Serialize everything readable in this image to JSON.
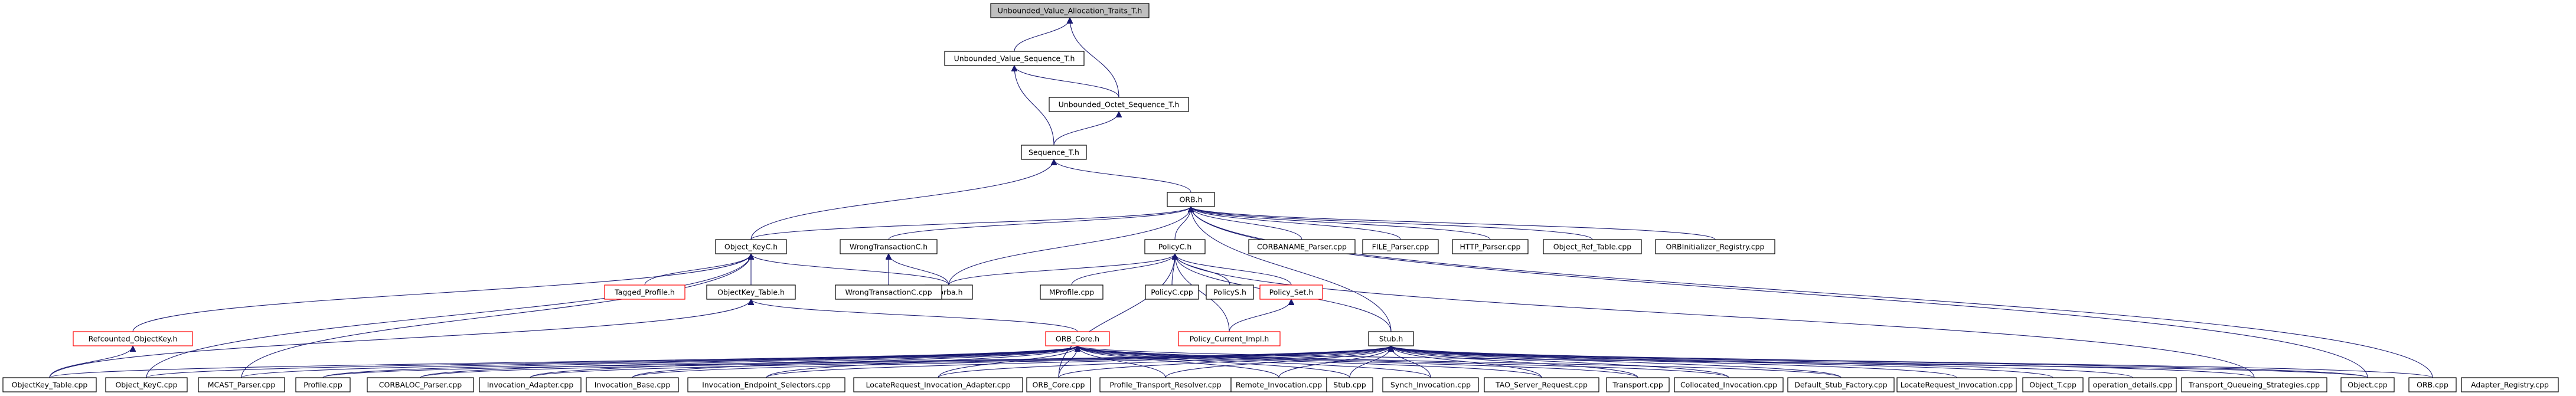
{
  "graph": {
    "nodes": [
      {
        "id": "traits",
        "label": "Unbounded_Value_Allocation_Traits_T.h",
        "root": true,
        "red": false
      },
      {
        "id": "uvseq",
        "label": "Unbounded_Value_Sequence_T.h",
        "root": false,
        "red": false
      },
      {
        "id": "uoseq",
        "label": "Unbounded_Octet_Sequence_T.h",
        "root": false,
        "red": false
      },
      {
        "id": "seqT",
        "label": "Sequence_T.h",
        "root": false,
        "red": false
      },
      {
        "id": "orbh",
        "label": "ORB.h",
        "root": false,
        "red": false
      },
      {
        "id": "objkeyc_h",
        "label": "Object_KeyC.h",
        "root": false,
        "red": false
      },
      {
        "id": "wrongtc_h",
        "label": "WrongTransactionC.h",
        "root": false,
        "red": false
      },
      {
        "id": "policyc_h",
        "label": "PolicyC.h",
        "root": false,
        "red": false
      },
      {
        "id": "corbaname",
        "label": "CORBANAME_Parser.cpp",
        "root": false,
        "red": false
      },
      {
        "id": "fileparser",
        "label": "FILE_Parser.cpp",
        "root": false,
        "red": false
      },
      {
        "id": "httpparser",
        "label": "HTTP_Parser.cpp",
        "root": false,
        "red": false
      },
      {
        "id": "objreftable",
        "label": "Object_Ref_Table.cpp",
        "root": false,
        "red": false
      },
      {
        "id": "orbinitreg",
        "label": "ORBInitializer_Registry.cpp",
        "root": false,
        "red": false
      },
      {
        "id": "taggedprofile",
        "label": "Tagged_Profile.h",
        "root": false,
        "red": true
      },
      {
        "id": "objkeytable_h",
        "label": "ObjectKey_Table.h",
        "root": false,
        "red": false
      },
      {
        "id": "corbah",
        "label": "corba.h",
        "root": false,
        "red": false
      },
      {
        "id": "wrongtc_cpp",
        "label": "WrongTransactionC.cpp",
        "root": false,
        "red": false
      },
      {
        "id": "mprofile",
        "label": "MProfile.cpp",
        "root": false,
        "red": false
      },
      {
        "id": "policyc_cpp",
        "label": "PolicyC.cpp",
        "root": false,
        "red": false
      },
      {
        "id": "policys_h",
        "label": "PolicyS.h",
        "root": false,
        "red": false
      },
      {
        "id": "policyset",
        "label": "Policy_Set.h",
        "root": false,
        "red": true
      },
      {
        "id": "refcounted",
        "label": "Refcounted_ObjectKey.h",
        "root": false,
        "red": true
      },
      {
        "id": "policycurrent",
        "label": "Policy_Current_Impl.h",
        "root": false,
        "red": true
      },
      {
        "id": "orbcore_h",
        "label": "ORB_Core.h",
        "root": false,
        "red": true
      },
      {
        "id": "stub_h",
        "label": "Stub.h",
        "root": false,
        "red": false
      },
      {
        "id": "l_objkeytable",
        "label": "ObjectKey_Table.cpp",
        "root": false,
        "red": false
      },
      {
        "id": "l_objkeyc",
        "label": "Object_KeyC.cpp",
        "root": false,
        "red": false
      },
      {
        "id": "l_mcast",
        "label": "MCAST_Parser.cpp",
        "root": false,
        "red": false
      },
      {
        "id": "l_profile",
        "label": "Profile.cpp",
        "root": false,
        "red": false
      },
      {
        "id": "l_corbaloc",
        "label": "CORBALOC_Parser.cpp",
        "root": false,
        "red": false
      },
      {
        "id": "l_invadapter",
        "label": "Invocation_Adapter.cpp",
        "root": false,
        "red": false
      },
      {
        "id": "l_invbase",
        "label": "Invocation_Base.cpp",
        "root": false,
        "red": false
      },
      {
        "id": "l_invendpoint",
        "label": "Invocation_Endpoint_Selectors.cpp",
        "root": false,
        "red": false
      },
      {
        "id": "l_locreqadapter",
        "label": "LocateRequest_Invocation_Adapter.cpp",
        "root": false,
        "red": false
      },
      {
        "id": "l_orbcore",
        "label": "ORB_Core.cpp",
        "root": false,
        "red": false
      },
      {
        "id": "l_proftrans",
        "label": "Profile_Transport_Resolver.cpp",
        "root": false,
        "red": false
      },
      {
        "id": "l_remoteinv",
        "label": "Remote_Invocation.cpp",
        "root": false,
        "red": false
      },
      {
        "id": "l_stub",
        "label": "Stub.cpp",
        "root": false,
        "red": false
      },
      {
        "id": "l_synchinv",
        "label": "Synch_Invocation.cpp",
        "root": false,
        "red": false
      },
      {
        "id": "l_taoserver",
        "label": "TAO_Server_Request.cpp",
        "root": false,
        "red": false
      },
      {
        "id": "l_transport",
        "label": "Transport.cpp",
        "root": false,
        "red": false
      },
      {
        "id": "l_collocated",
        "label": "Collocated_Invocation.cpp",
        "root": false,
        "red": false
      },
      {
        "id": "l_defstub",
        "label": "Default_Stub_Factory.cpp",
        "root": false,
        "red": false
      },
      {
        "id": "l_locreqinv",
        "label": "LocateRequest_Invocation.cpp",
        "root": false,
        "red": false
      },
      {
        "id": "l_objectT",
        "label": "Object_T.cpp",
        "root": false,
        "red": false
      },
      {
        "id": "l_opdetails",
        "label": "operation_details.cpp",
        "root": false,
        "red": false
      },
      {
        "id": "l_transqueue",
        "label": "Transport_Queueing_Strategies.cpp",
        "root": false,
        "red": false
      },
      {
        "id": "l_object",
        "label": "Object.cpp",
        "root": false,
        "red": false
      },
      {
        "id": "l_orb",
        "label": "ORB.cpp",
        "root": false,
        "red": false
      },
      {
        "id": "l_adapterreg",
        "label": "Adapter_Registry.cpp",
        "root": false,
        "red": false
      }
    ],
    "edges": [
      [
        "uvseq",
        "traits"
      ],
      [
        "uoseq",
        "traits"
      ],
      [
        "seqT",
        "uvseq"
      ],
      [
        "uoseq",
        "uvseq"
      ],
      [
        "seqT",
        "uoseq"
      ],
      [
        "orbh",
        "seqT"
      ],
      [
        "objkeyc_h",
        "seqT"
      ],
      [
        "objkeyc_h",
        "orbh"
      ],
      [
        "wrongtc_h",
        "orbh"
      ],
      [
        "policyc_h",
        "orbh"
      ],
      [
        "corbaname",
        "orbh"
      ],
      [
        "fileparser",
        "orbh"
      ],
      [
        "httpparser",
        "orbh"
      ],
      [
        "objreftable",
        "orbh"
      ],
      [
        "orbinitreg",
        "orbh"
      ],
      [
        "corbah",
        "orbh"
      ],
      [
        "stub_h",
        "orbh"
      ],
      [
        "l_orb",
        "orbh"
      ],
      [
        "l_object",
        "orbh"
      ],
      [
        "taggedprofile",
        "objkeyc_h"
      ],
      [
        "objkeytable_h",
        "objkeyc_h"
      ],
      [
        "corbah",
        "objkeyc_h"
      ],
      [
        "refcounted",
        "objkeyc_h"
      ],
      [
        "l_objkeyc",
        "objkeyc_h"
      ],
      [
        "l_mcast",
        "objkeyc_h"
      ],
      [
        "corbah",
        "wrongtc_h"
      ],
      [
        "wrongtc_cpp",
        "wrongtc_h"
      ],
      [
        "corbah",
        "policyc_h"
      ],
      [
        "mprofile",
        "policyc_h"
      ],
      [
        "policyc_cpp",
        "policyc_h"
      ],
      [
        "policys_h",
        "policyc_h"
      ],
      [
        "policyset",
        "policyc_h"
      ],
      [
        "policycurrent",
        "policyc_h"
      ],
      [
        "stub_h",
        "policyc_h"
      ],
      [
        "l_orbcore",
        "policyc_h"
      ],
      [
        "l_transqueue",
        "policyc_h"
      ],
      [
        "orbcore_h",
        "objkeytable_h"
      ],
      [
        "l_objkeytable",
        "objkeytable_h"
      ],
      [
        "l_objkeytable",
        "refcounted"
      ],
      [
        "policycurrent",
        "policyset"
      ],
      [
        "l_objkeytable",
        "orbcore_h"
      ],
      [
        "l_objkeyc",
        "orbcore_h"
      ],
      [
        "l_mcast",
        "orbcore_h"
      ],
      [
        "l_profile",
        "orbcore_h"
      ],
      [
        "l_corbaloc",
        "orbcore_h"
      ],
      [
        "l_invadapter",
        "orbcore_h"
      ],
      [
        "l_invbase",
        "orbcore_h"
      ],
      [
        "l_invendpoint",
        "orbcore_h"
      ],
      [
        "l_locreqadapter",
        "orbcore_h"
      ],
      [
        "l_orbcore",
        "orbcore_h"
      ],
      [
        "l_proftrans",
        "orbcore_h"
      ],
      [
        "l_remoteinv",
        "orbcore_h"
      ],
      [
        "l_stub",
        "orbcore_h"
      ],
      [
        "l_synchinv",
        "orbcore_h"
      ],
      [
        "l_taoserver",
        "orbcore_h"
      ],
      [
        "l_transport",
        "orbcore_h"
      ],
      [
        "l_collocated",
        "orbcore_h"
      ],
      [
        "l_defstub",
        "orbcore_h"
      ],
      [
        "l_object",
        "orbcore_h"
      ],
      [
        "l_profile",
        "stub_h"
      ],
      [
        "l_corbaloc",
        "stub_h"
      ],
      [
        "l_invadapter",
        "stub_h"
      ],
      [
        "l_invbase",
        "stub_h"
      ],
      [
        "l_invendpoint",
        "stub_h"
      ],
      [
        "l_locreqadapter",
        "stub_h"
      ],
      [
        "l_orbcore",
        "stub_h"
      ],
      [
        "l_proftrans",
        "stub_h"
      ],
      [
        "l_remoteinv",
        "stub_h"
      ],
      [
        "l_stub",
        "stub_h"
      ],
      [
        "l_synchinv",
        "stub_h"
      ],
      [
        "l_taoserver",
        "stub_h"
      ],
      [
        "l_transport",
        "stub_h"
      ],
      [
        "l_collocated",
        "stub_h"
      ],
      [
        "l_defstub",
        "stub_h"
      ],
      [
        "l_locreqinv",
        "stub_h"
      ],
      [
        "l_objectT",
        "stub_h"
      ],
      [
        "l_opdetails",
        "stub_h"
      ],
      [
        "l_transqueue",
        "stub_h"
      ],
      [
        "l_object",
        "stub_h"
      ],
      [
        "l_orb",
        "stub_h"
      ]
    ]
  }
}
